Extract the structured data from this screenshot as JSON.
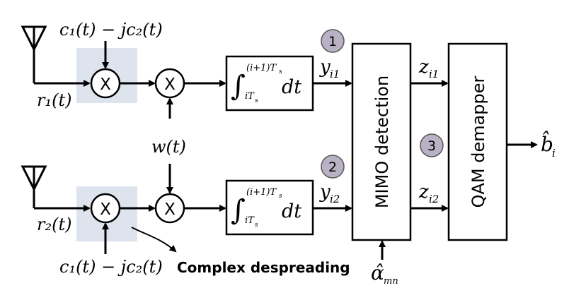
{
  "signals": {
    "code_top": "c₁(t) − jc₂(t)",
    "code_bottom": "c₁(t) − jc₂(t)",
    "r1": "r₁(t)",
    "r2": "r₂(t)",
    "w": "w(t)",
    "y1": "y",
    "y1_sub": "i1",
    "y2": "y",
    "y2_sub": "i2",
    "z1": "z",
    "z1_sub": "i1",
    "z2": "z",
    "z2_sub": "i2",
    "alpha": "α̂",
    "alpha_sub": "mn",
    "output": "b̂",
    "output_sub": "i"
  },
  "blocks": {
    "integrator_upper": "(i+1)T",
    "integrator_sub_s": "s",
    "integrator_lower": "iT",
    "integrator_dt": "dt",
    "mimo": "MIMO detection",
    "qam": "QAM demapper"
  },
  "multiplier_symbol": "X",
  "badges": [
    "1",
    "2",
    "3"
  ],
  "annotation": "Complex despreading",
  "colors": {
    "despread_shade": "#dde4ee",
    "badge_fill": "#b9b2c4"
  }
}
